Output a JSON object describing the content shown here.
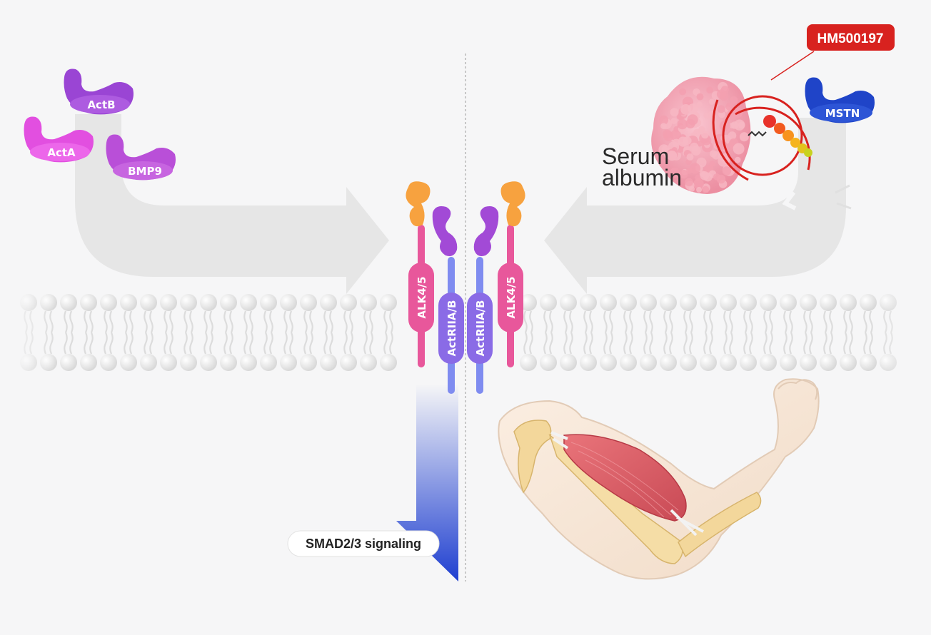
{
  "ligands": {
    "actb": "ActB",
    "acta": "ActA",
    "bmp9": "BMP9",
    "mstn": "MSTN"
  },
  "receptors": {
    "alk_left": "ALK4/5",
    "actr_left": "ActRIIA/B",
    "actr_right": "ActRIIA/B",
    "alk_right": "ALK4/5"
  },
  "serum_albumin": {
    "line1": "Serum",
    "line2": "albumin"
  },
  "drug": {
    "label": "HM500197"
  },
  "signaling": {
    "label": "SMAD2/3 signaling"
  },
  "colors": {
    "background": "#f6f6f7",
    "arrow": "#e6e6e6",
    "membrane": "#e4e4e4",
    "alk": "#e8579b",
    "actr": "#8a6be6",
    "orange_head": "#f7a23f",
    "purple_head": "#a24ad6",
    "signal_blue": "#1f3fd0",
    "mstn_blue": "#1f44c8",
    "hm_red": "#d8221f",
    "albumin_pink": "#f3a0b0"
  }
}
